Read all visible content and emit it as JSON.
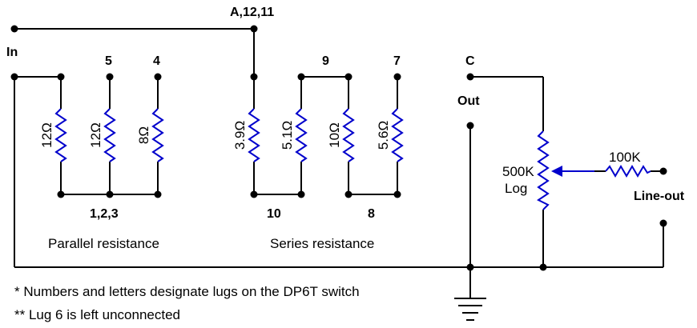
{
  "labels": {
    "in": "In",
    "a_12_11": "A,12,11",
    "lug5": "5",
    "lug4": "4",
    "lug9": "9",
    "lug7": "7",
    "lugC": "C",
    "out": "Out",
    "lugs_123": "1,2,3",
    "lug10": "10",
    "lug8": "8",
    "line_out": "Line-out"
  },
  "resistors": {
    "r1": "12Ω",
    "r2": "12Ω",
    "r3": "8Ω",
    "r4": "3.9Ω",
    "r5": "5.1Ω",
    "r6": "10Ω",
    "r7": "5.6Ω",
    "pot_value": "500K",
    "pot_taper": "Log",
    "series_r": "100K"
  },
  "sections": {
    "parallel": "Parallel resistance",
    "series": "Series resistance"
  },
  "notes": {
    "note1": "* Numbers and letters designate lugs on the DP6T switch",
    "note2": "** Lug 6 is left unconnected"
  }
}
